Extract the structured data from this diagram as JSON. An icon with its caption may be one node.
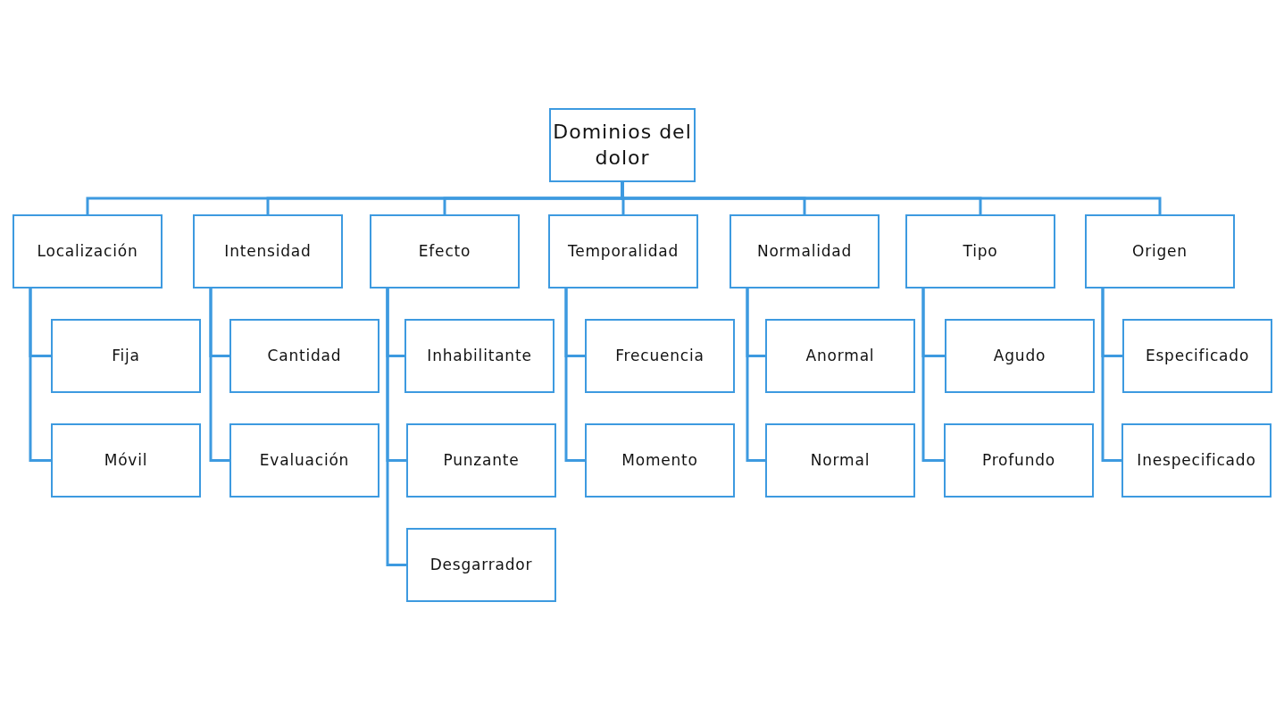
{
  "diagram": {
    "nodes": [
      {
        "text": [
          "Dominios del dolor"
        ]
      },
      {
        "text": [
          "Localización"
        ]
      },
      {
        "text": [
          "Intensidad"
        ]
      },
      {
        "text": [
          "Efecto"
        ]
      },
      {
        "text": [
          "Temporalidad"
        ]
      },
      {
        "text": [
          "Normalidad"
        ]
      },
      {
        "text": [
          "Tipo"
        ]
      },
      {
        "text": [
          "Origen"
        ]
      },
      {
        "text": [
          "Fija"
        ]
      },
      {
        "text": [
          "Móvil"
        ]
      },
      {
        "text": [
          "Cantidad"
        ]
      },
      {
        "text": [
          "Evaluación"
        ]
      },
      {
        "text": [
          "Inhabilitante"
        ]
      },
      {
        "text": [
          "Punzante"
        ]
      },
      {
        "text": [
          "Desgarrador"
        ]
      },
      {
        "text": [
          "Frecuencia"
        ]
      },
      {
        "text": [
          "Momento"
        ]
      },
      {
        "text": [
          "Anormal"
        ]
      },
      {
        "text": [
          "Normal"
        ]
      },
      {
        "text": [
          "Agudo"
        ]
      },
      {
        "text": [
          "Profundo"
        ]
      },
      {
        "text": [
          "Especificado"
        ]
      },
      {
        "text": [
          "Inespecificado"
        ]
      }
    ],
    "edges": [
      {
        "from": 0,
        "to": 1,
        "arrow": "none"
      },
      {
        "from": 0,
        "to": 2,
        "arrow": "none"
      },
      {
        "from": 0,
        "to": 3,
        "arrow": "none"
      },
      {
        "from": 0,
        "to": 4,
        "arrow": "none"
      },
      {
        "from": 0,
        "to": 5,
        "arrow": "none"
      },
      {
        "from": 0,
        "to": 6,
        "arrow": "none"
      },
      {
        "from": 0,
        "to": 7,
        "arrow": "none"
      },
      {
        "from": 1,
        "to": 8,
        "arrow": "none"
      },
      {
        "from": 1,
        "to": 9,
        "arrow": "none"
      },
      {
        "from": 2,
        "to": 10,
        "arrow": "none"
      },
      {
        "from": 2,
        "to": 11,
        "arrow": "none"
      },
      {
        "from": 3,
        "to": 12,
        "arrow": "none"
      },
      {
        "from": 3,
        "to": 13,
        "arrow": "none"
      },
      {
        "from": 3,
        "to": 14,
        "arrow": "none"
      },
      {
        "from": 4,
        "to": 15,
        "arrow": "none"
      },
      {
        "from": 4,
        "to": 16,
        "arrow": "none"
      },
      {
        "from": 5,
        "to": 17,
        "arrow": "none"
      },
      {
        "from": 5,
        "to": 18,
        "arrow": "none"
      },
      {
        "from": 6,
        "to": 19,
        "arrow": "none"
      },
      {
        "from": 6,
        "to": 20,
        "arrow": "none"
      },
      {
        "from": 7,
        "to": 21,
        "arrow": "none"
      },
      {
        "from": 7,
        "to": 22,
        "arrow": "none"
      }
    ]
  }
}
